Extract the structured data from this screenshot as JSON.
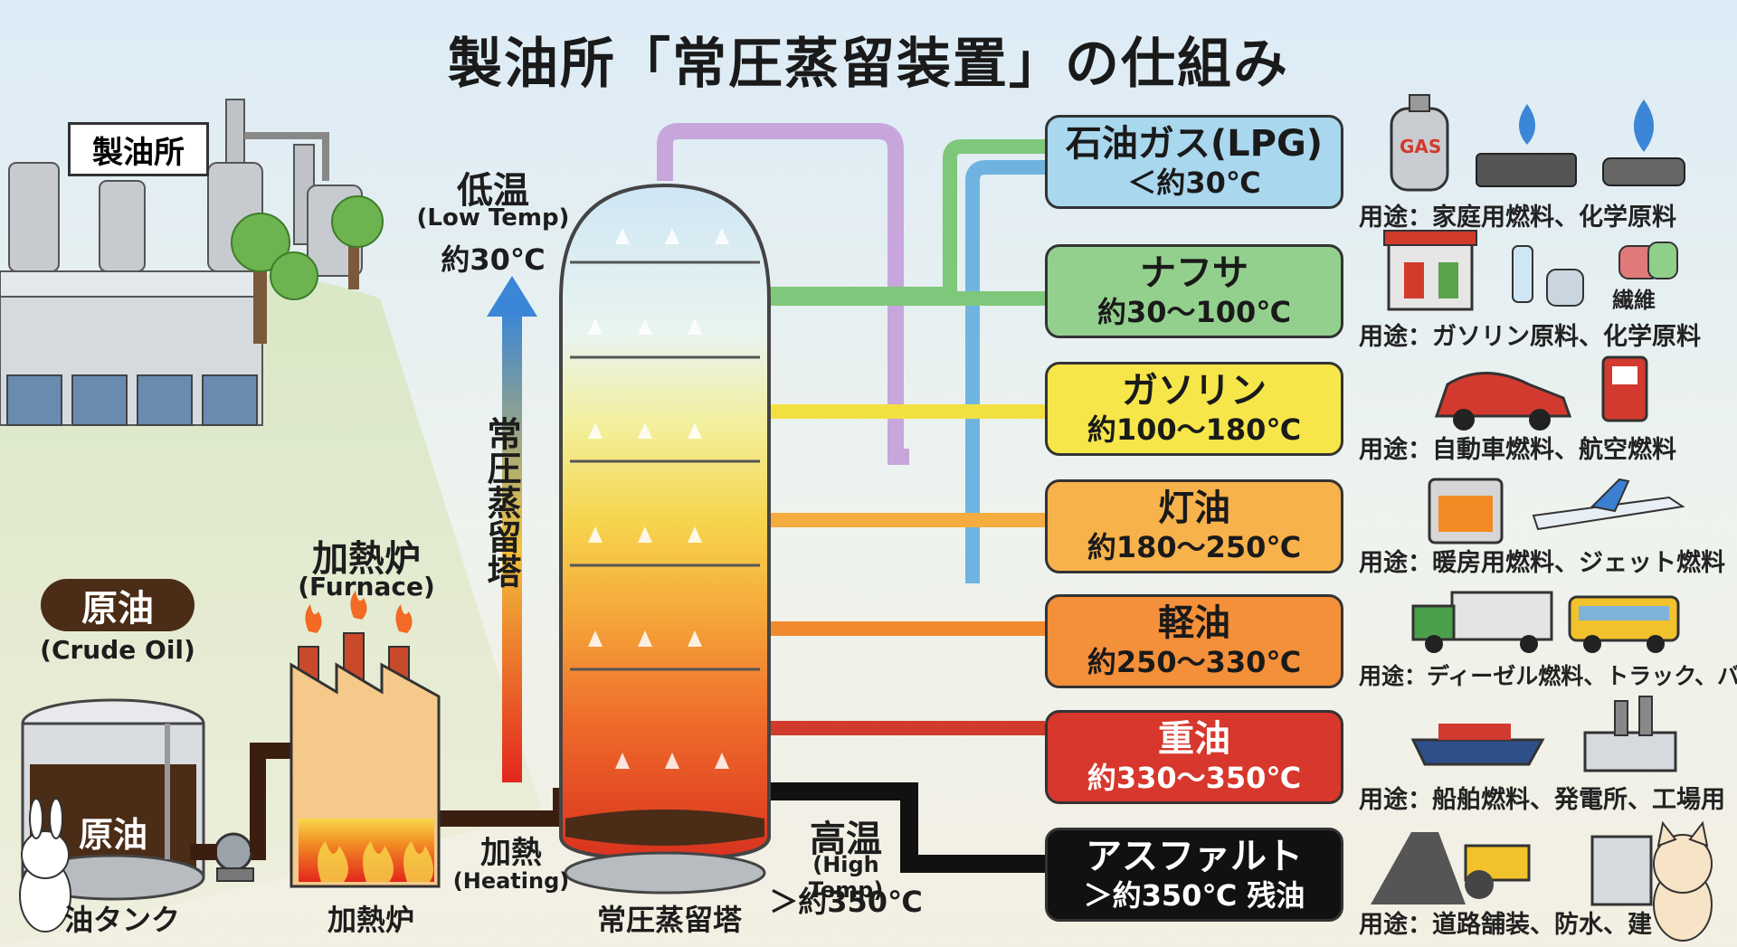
{
  "title": "製油所「常圧蒸留装置」の仕組み",
  "refinery_label": "製油所",
  "crude": {
    "badge": "原油",
    "english": "(Crude Oil)",
    "tank_text": "原油",
    "tank_caption": "油タンク"
  },
  "furnace": {
    "label": "加熱炉",
    "english": "(Furnace)",
    "caption": "加熱炉"
  },
  "heating": {
    "label": "加熱",
    "english": "(Heating)"
  },
  "low_temp": {
    "label": "低温",
    "english": "(Low Temp)",
    "value": "約30℃"
  },
  "tower_vertical": "常圧蒸留塔",
  "tower_caption": "常圧蒸留塔",
  "high_temp": {
    "label": "高温",
    "english": "(High Temp)",
    "value": "＞約350℃"
  },
  "products": [
    {
      "name": "石油ガス(LPG)",
      "temp": "＜約30℃",
      "color": "#a9d7ee",
      "text_color": "#1a1a1a",
      "usage": "用途：家庭用燃料、化学原料"
    },
    {
      "name": "ナフサ",
      "temp": "約30〜100℃",
      "color": "#93d08e",
      "text_color": "#1a1a1a",
      "usage": "用途：ガソリン原料、化学原料"
    },
    {
      "name": "ガソリン",
      "temp": "約100〜180℃",
      "color": "#f7e64a",
      "text_color": "#1a1a1a",
      "usage": "用途：自動車燃料、航空燃料"
    },
    {
      "name": "灯油",
      "temp": "約180〜250℃",
      "color": "#f7b24b",
      "text_color": "#1a1a1a",
      "usage": "用途：暖房用燃料、ジェット燃料"
    },
    {
      "name": "軽油",
      "temp": "約250〜330℃",
      "color": "#f48f3a",
      "text_color": "#1a1a1a",
      "usage": "用途：ディーゼル燃料、トラック、バス用"
    },
    {
      "name": "重油",
      "temp": "約330〜350℃",
      "color": "#d7372c",
      "text_color": "#ffffff",
      "usage": "用途：船舶燃料、発電所、工場用"
    },
    {
      "name": "アスファルト",
      "temp": "＞約350℃ 残油",
      "color": "#111111",
      "text_color": "#ffffff",
      "usage": "用途：道路舗装、防水、建"
    }
  ],
  "icon_labels": {
    "gas_cylinder": "GAS",
    "fiber": "繊維"
  },
  "icons": [
    "gas-cylinder-icon",
    "gas-stove-icon",
    "gas-flame-icon",
    "gas-station-icon",
    "bottle-icon",
    "fiber-icon",
    "car-icon",
    "fuel-pump-icon",
    "heater-icon",
    "airplane-icon",
    "truck-icon",
    "bus-icon",
    "ship-icon",
    "factory-icon",
    "road-roller-icon",
    "building-icon"
  ]
}
